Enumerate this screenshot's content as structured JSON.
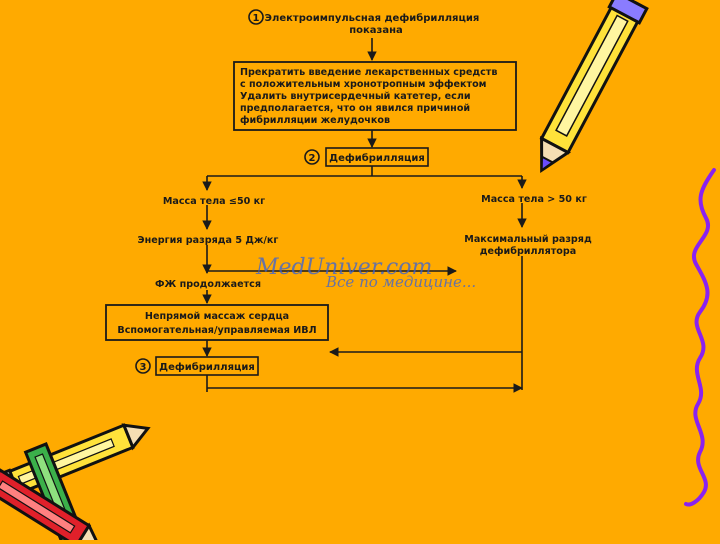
{
  "flowchart": {
    "step1_number": "1",
    "step1_line1": "Электроимпульсная дефибрилляция",
    "step1_line2": "показана",
    "box1_lines": [
      "Прекратить введение лекарственных средств",
      "с положительным хронотропным эффектом",
      "Удалить внутрисердечный катетер, если",
      "предполагается, что он явился причиной",
      "фибрилляции желудочков"
    ],
    "step2_number": "2",
    "step2_label": "Дефибрилляция",
    "left_weight": "Масса тела ≤50 кг",
    "left_energy": "Энергия разряда 5 Дж/кг",
    "left_vf": "ФЖ продолжается",
    "right_weight": "Масса тела > 50 кг",
    "right_energy_line1": "Максимальный разряд",
    "right_energy_line2": "дефибриллятора",
    "box2_line1": "Непрямой массаж сердца",
    "box2_line2": "Вспомогательная/управляемая ИВЛ",
    "step3_number": "3",
    "step3_label": "Дефибрилляция"
  },
  "watermark": {
    "site": "MedUniver.com",
    "tagline": "Все по медицине..."
  },
  "decor": {
    "background": "#FFAA00",
    "pencil_yellow": "#FFE23A",
    "pencil_red": "#E0202A",
    "squiggle_purple": "#8A22F0",
    "pencil_tip_purple": "#6A4CFF"
  }
}
